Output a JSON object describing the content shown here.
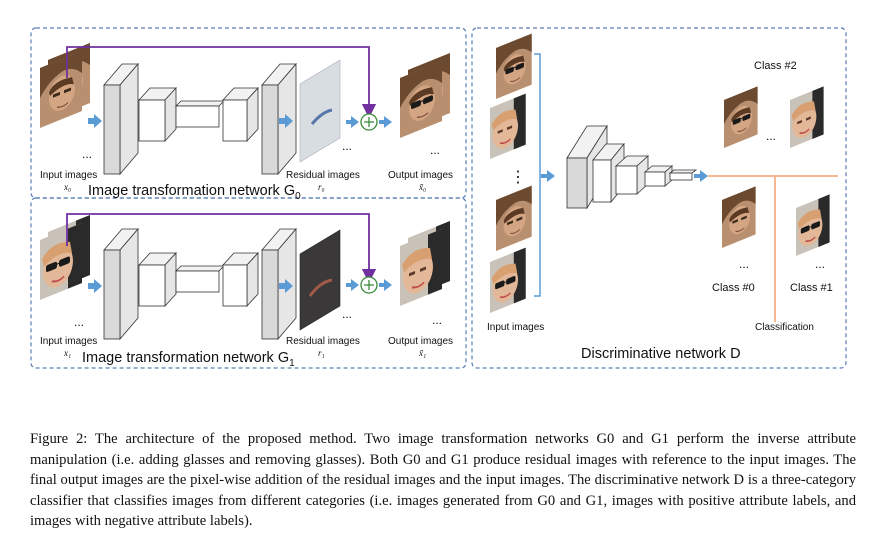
{
  "generator_top": {
    "input_label": "Input images",
    "input_var": "x₀",
    "title": "Image transformation network G",
    "title_sub": "0",
    "residual_label": "Residual images",
    "residual_var": "r₀",
    "output_label": "Output images",
    "output_var": "x̃₀",
    "ellipsis": "..."
  },
  "generator_bottom": {
    "input_label": "Input images",
    "input_var": "x₁",
    "title": "Image transformation network G",
    "title_sub": "1",
    "residual_label": "Residual images",
    "residual_var": "r₁",
    "output_label": "Output images",
    "output_var": "x̃₁",
    "ellipsis": "..."
  },
  "discriminator": {
    "input_label": "Input images",
    "title": "Discriminative network D",
    "class2": "Class #2",
    "class0": "Class #0",
    "class1": "Class #1",
    "classification": "Classification",
    "vdots": "⋮",
    "ellipsis": "..."
  },
  "caption": "Figure 2: The architecture of the proposed method. Two image transformation networks G0 and G1 perform the inverse attribute manipulation (i.e. adding glasses and removing glasses). Both G0 and G1 produce residual images with reference to the input images. The final output images are the pixel-wise addition of the residual images and the input images. The discriminative network D is a three-category classifier that classifies images from different categories (i.e. images generated from G0 and G1, images with positive attribute labels, and images with negative attribute labels).",
  "colors": {
    "dashed_border": "#5b7fb8",
    "arrow_blue": "#5b9bd5",
    "skip_purple": "#7030a0",
    "plus_green": "#3a8a3a",
    "class_line": "#f4b183",
    "block_fill": "#d9d9d9",
    "face_skin": "#c89878",
    "face_hair": "#6b4a30"
  }
}
